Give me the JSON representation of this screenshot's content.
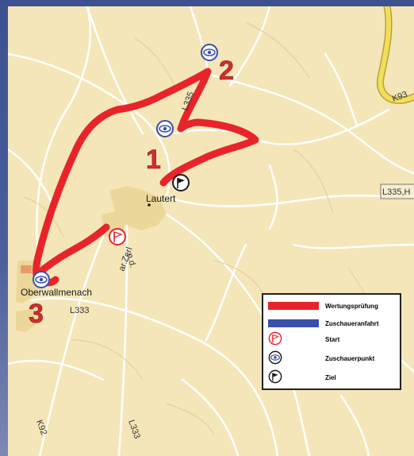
{
  "map": {
    "place_labels": {
      "lautert": "Lautert",
      "oberwallmenach": "Oberwallmenach"
    },
    "road_labels": {
      "k93": "K93",
      "l335h": "L335,H",
      "l333_town": "L333",
      "l333_south": "L333",
      "l335_mid": "L335",
      "k92": "K92",
      "street_upper": "n.d.",
      "street_lower": "ar.Zerl"
    },
    "stage_numbers": {
      "one": "1",
      "two": "2",
      "three": "3"
    },
    "colors": {
      "stage_route": "#e8242a",
      "spectator_route": "#3a4fa8",
      "land": "#f4e6b8",
      "main_road": "#f2de5a",
      "minor_road": "#ffffff"
    },
    "icons": [
      "spectator-point-icon",
      "start-icon",
      "finish-icon"
    ]
  },
  "legend": {
    "wertungspruefung": "Wertungsprüfung",
    "zuschaueranfahrt": "Zuschaueranfahrt",
    "start": "Start",
    "zuschauerpunkt": "Zuschauerpunkt",
    "ziel": "Ziel"
  }
}
